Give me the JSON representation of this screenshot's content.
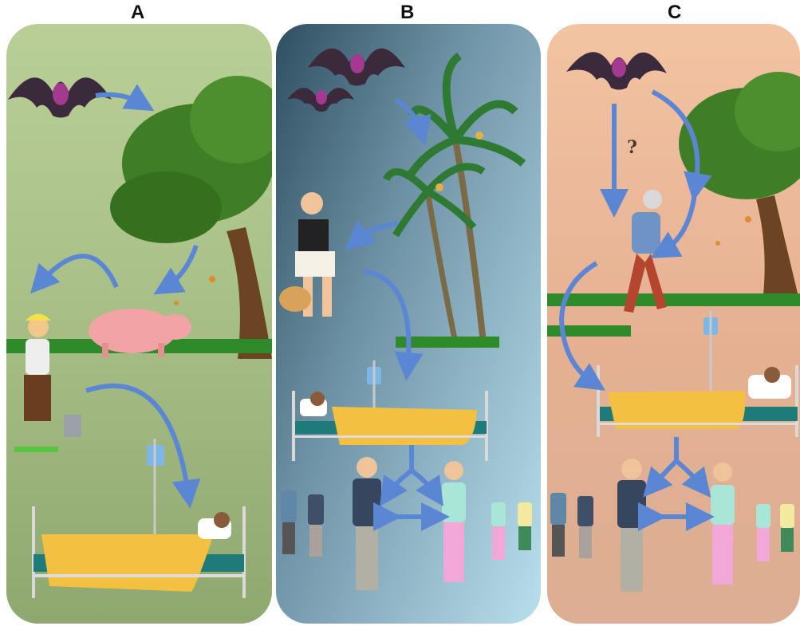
{
  "panels": [
    {
      "label": "A"
    },
    {
      "label": "B"
    },
    {
      "label": "C"
    }
  ],
  "annotations": {
    "unknown_route": "?"
  },
  "colors": {
    "arrow": "#5b86d4",
    "bat": "#3b2a3c",
    "bat_head": "#a43a8f",
    "tree": "#3f7d26",
    "blanket": "#f3c042",
    "bed_sheet": "#1f7b7a"
  }
}
